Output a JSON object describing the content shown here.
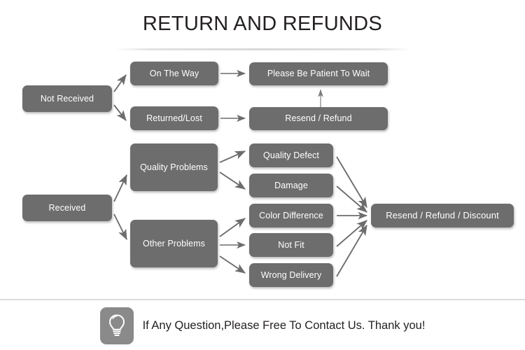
{
  "page": {
    "title": "RETURN AND REFUNDS",
    "background_color": "#ffffff",
    "node_color": "#6d6d6d",
    "node_text_color": "#ffffff",
    "arrow_color": "#6d6d6d",
    "divider_color": "#dcdcdc"
  },
  "flow": {
    "nodes": [
      {
        "id": "not-received",
        "label": "Not Received"
      },
      {
        "id": "on-the-way",
        "label": "On The Way"
      },
      {
        "id": "returned-lost",
        "label": "Returned/Lost"
      },
      {
        "id": "please-be-patient",
        "label": "Please Be Patient To Wait"
      },
      {
        "id": "resend-refund",
        "label": "Resend / Refund"
      },
      {
        "id": "received",
        "label": "Received"
      },
      {
        "id": "quality-problems",
        "label": "Quality Problems"
      },
      {
        "id": "other-problems",
        "label": "Other Problems"
      },
      {
        "id": "quality-defect",
        "label": "Quality Defect"
      },
      {
        "id": "damage",
        "label": "Damage"
      },
      {
        "id": "color-difference",
        "label": "Color Difference"
      },
      {
        "id": "not-fit",
        "label": "Not Fit"
      },
      {
        "id": "wrong-delivery",
        "label": "Wrong Delivery"
      },
      {
        "id": "resend-refund-discount",
        "label": "Resend / Refund / Discount"
      }
    ],
    "edges": [
      {
        "from": "not-received",
        "to": "on-the-way"
      },
      {
        "from": "not-received",
        "to": "returned-lost"
      },
      {
        "from": "on-the-way",
        "to": "please-be-patient"
      },
      {
        "from": "returned-lost",
        "to": "resend-refund"
      },
      {
        "from": "resend-refund",
        "to": "please-be-patient"
      },
      {
        "from": "received",
        "to": "quality-problems"
      },
      {
        "from": "received",
        "to": "other-problems"
      },
      {
        "from": "quality-problems",
        "to": "quality-defect"
      },
      {
        "from": "quality-problems",
        "to": "damage"
      },
      {
        "from": "other-problems",
        "to": "color-difference"
      },
      {
        "from": "other-problems",
        "to": "not-fit"
      },
      {
        "from": "other-problems",
        "to": "wrong-delivery"
      },
      {
        "from": "quality-defect",
        "to": "resend-refund-discount"
      },
      {
        "from": "damage",
        "to": "resend-refund-discount"
      },
      {
        "from": "color-difference",
        "to": "resend-refund-discount"
      },
      {
        "from": "not-fit",
        "to": "resend-refund-discount"
      },
      {
        "from": "wrong-delivery",
        "to": "resend-refund-discount"
      }
    ]
  },
  "footer": {
    "icon": "lightbulb-icon",
    "text": "If Any Question,Please Free To Contact Us. Thank you!"
  }
}
